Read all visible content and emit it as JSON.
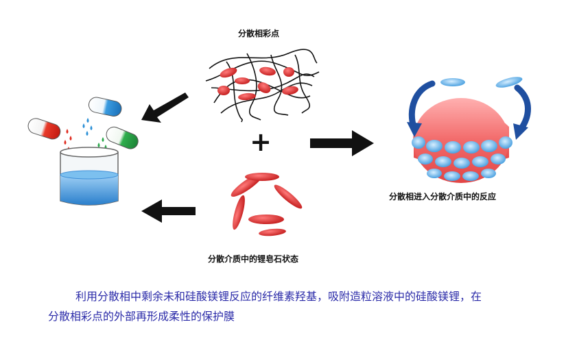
{
  "labels": {
    "dispersed_phase_dots": "分散相彩点",
    "dispersed_into_medium": "分散相进入分散介质中的反应",
    "medium_lithium_soapstone": "分散介质中的锂皂石状态",
    "plus": "+"
  },
  "caption": {
    "line1": "利用分散相中剩余未和硅酸镁锂反应的纤维素羟基，吸附造粒溶液中的硅酸镁锂，在",
    "line2": "分散相彩点的外部再形成柔性的保护膜"
  },
  "colors": {
    "red_particle": "#d42a2a",
    "blue_particle": "#5aa9e6",
    "arrow": "#111111",
    "curved_arrow": "#1f4fa0",
    "liquid": "#3f8fd8",
    "beaker_red": "#e02a1e",
    "beaker_blue": "#2a8fd6",
    "beaker_green": "#2aa84a"
  }
}
